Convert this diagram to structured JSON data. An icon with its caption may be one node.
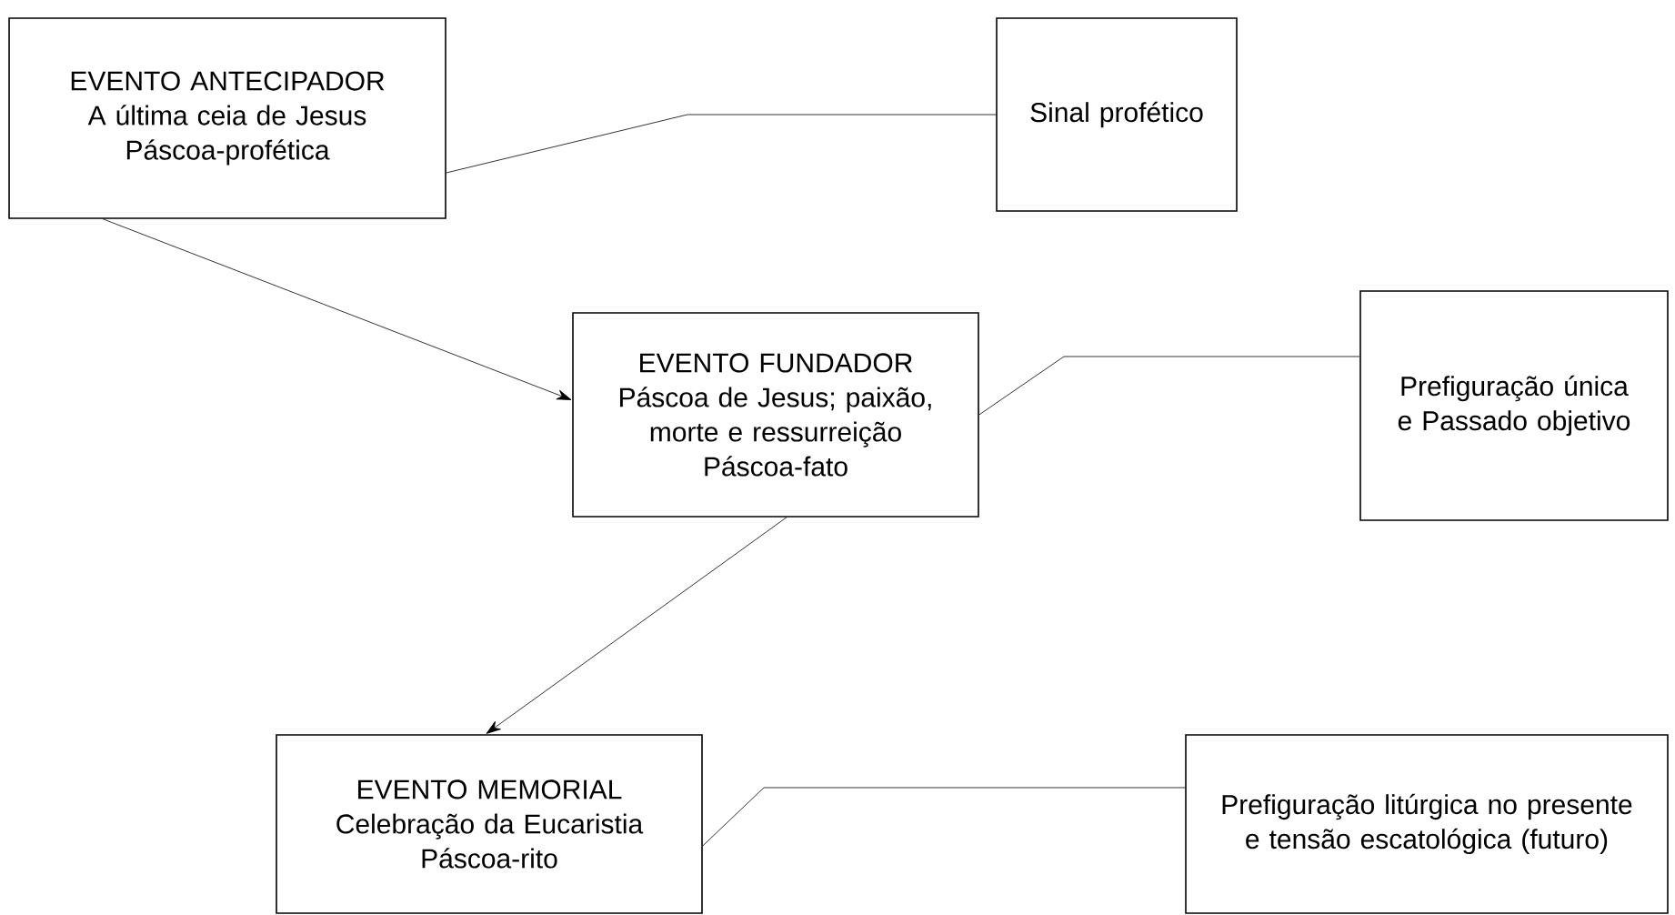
{
  "diagram": {
    "nodes": [
      {
        "text": [
          "EVENTO ANTECIPADOR",
          "A última ceia de Jesus",
          "Páscoa-profética"
        ]
      },
      {
        "text": [
          "Sinal profético"
        ]
      },
      {
        "text": [
          "EVENTO FUNDADOR",
          "Páscoa de Jesus; paixão, morte e ressurreição",
          "Páscoa-fato"
        ]
      },
      {
        "text": [
          "Prefiguração única e Passado objetivo"
        ]
      },
      {
        "text": [
          "EVENTO MEMORIAL",
          "Celebração da Eucaristia",
          "Páscoa-rito"
        ]
      },
      {
        "text": [
          "Prefiguração litúrgica no presente e tensão escatológica (futuro)"
        ]
      }
    ],
    "edges": [
      {
        "from": 0,
        "to": 1,
        "arrow": "none"
      },
      {
        "from": 0,
        "to": 2,
        "arrow": "to"
      },
      {
        "from": 2,
        "to": 3,
        "arrow": "none"
      },
      {
        "from": 2,
        "to": 4,
        "arrow": "to"
      },
      {
        "from": 4,
        "to": 5,
        "arrow": "none"
      }
    ]
  }
}
